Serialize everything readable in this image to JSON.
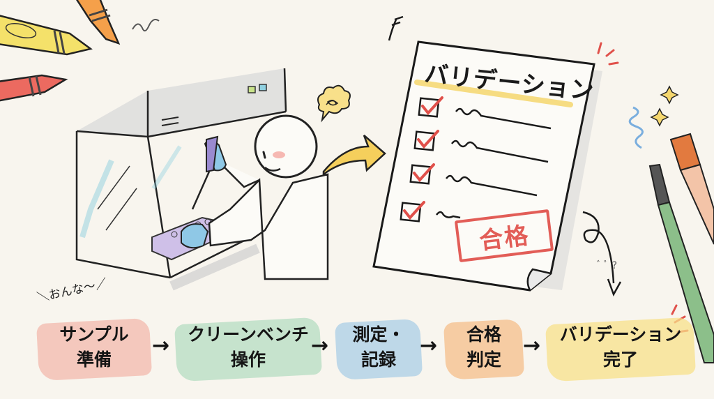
{
  "illustration": {
    "background": "#f8f5ee",
    "scene": "lab worker at clean bench pipetting into sample rack",
    "thought_bubble": "worry-scribble",
    "aside_note": "＼おんな〜／"
  },
  "checklist_document": {
    "title": "バリデーション",
    "title_highlight_color": "#f5d76e",
    "items": [
      {
        "checked": true,
        "label": "~~~~~"
      },
      {
        "checked": true,
        "label": "~~~~~"
      },
      {
        "checked": true,
        "label": "~~~~~"
      },
      {
        "checked": true,
        "label": "~~~~~"
      }
    ],
    "check_color": "#e0504a",
    "stamp": "合格",
    "stamp_color": "#e0504a"
  },
  "process_flow": {
    "steps": [
      {
        "line1": "サンプル",
        "line2": "準備",
        "color": "#f3b8ac"
      },
      {
        "line1": "クリーンベンチ",
        "line2": "操作",
        "color": "#b5dcc2"
      },
      {
        "line1": "測定・",
        "line2": "記録",
        "color": "#abcde6"
      },
      {
        "line1": "合格",
        "line2": "判定",
        "color": "#f6bd8a"
      },
      {
        "line1": "バリデーション",
        "line2": "完了",
        "color": "#f8e08a"
      }
    ],
    "arrow": "→"
  },
  "mumble_marks": "ﾞ ﾟ ?"
}
